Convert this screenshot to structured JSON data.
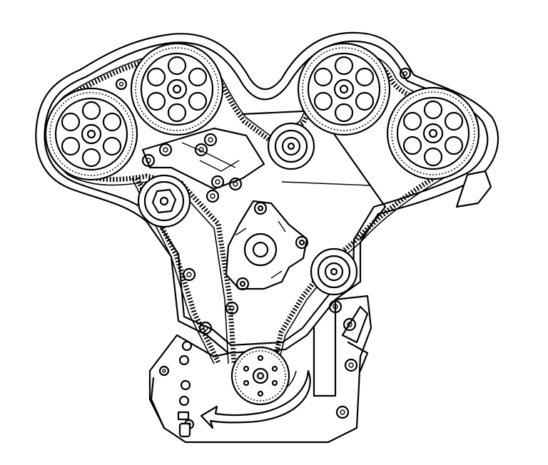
{
  "colors": {
    "ink": "#000000",
    "paper": "#ffffff"
  },
  "diagram": {
    "kind": "engine-timing-belt-line-drawing",
    "camshaft_sprockets": [
      {
        "id": "left-outer"
      },
      {
        "id": "left-inner"
      },
      {
        "id": "right-inner"
      },
      {
        "id": "right-outer"
      }
    ],
    "idlers": [
      {
        "id": "center-top-idler"
      },
      {
        "id": "left-tensioner"
      },
      {
        "id": "right-idler"
      }
    ],
    "crank_sprocket": {
      "id": "crankshaft",
      "rotation_arrow": "clockwise"
    }
  }
}
